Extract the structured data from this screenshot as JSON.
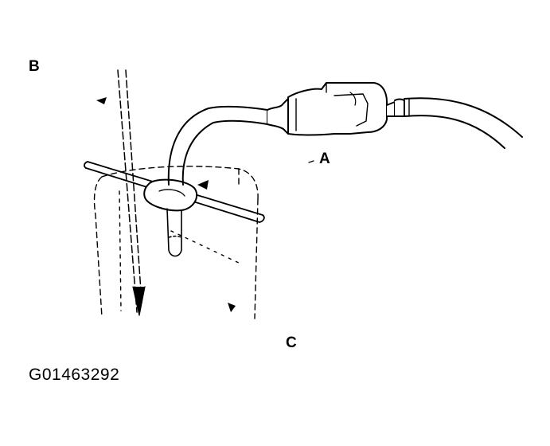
{
  "labels": {
    "a": "A",
    "b": "B",
    "c": "C"
  },
  "figure_id": "G01463292",
  "colors": {
    "ink": "#000000",
    "background": "#ffffff"
  }
}
